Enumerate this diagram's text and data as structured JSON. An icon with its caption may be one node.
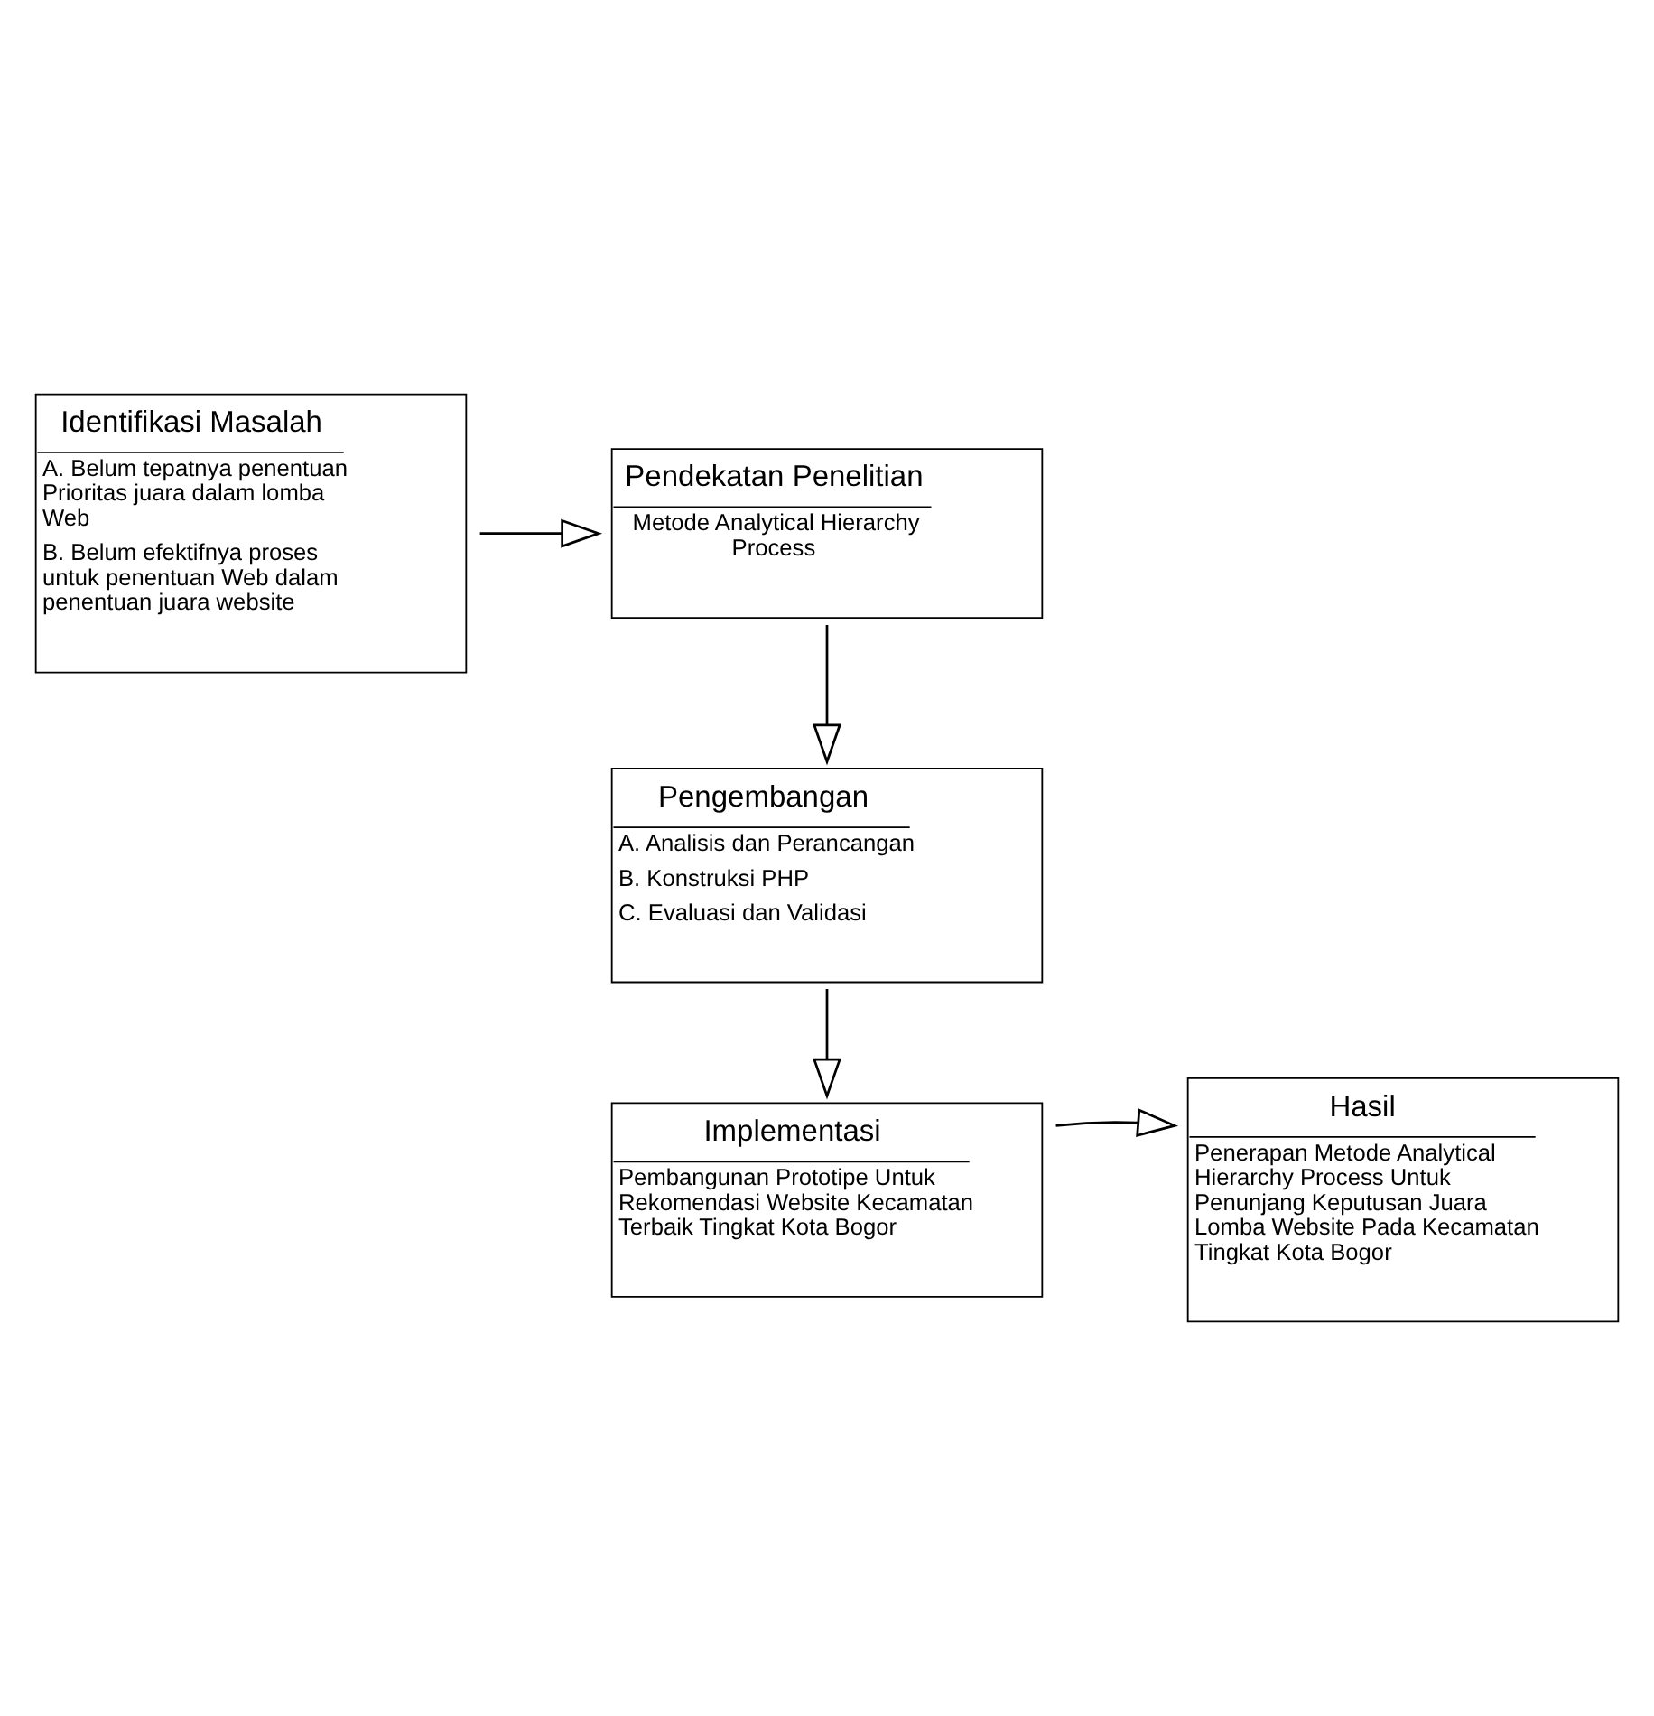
{
  "diagram": {
    "nodes": [
      {
        "text": [
          "Identifikasi Masalah",
          "A. Belum tepatnya penentuan Prioritas juara dalam lomba Web",
          "B. Belum efektifnya proses untuk penentuan Web dalam penentuan juara website"
        ]
      },
      {
        "text": [
          "Pendekatan Penelitian",
          "Metode Analytical Hierarchy Process"
        ]
      },
      {
        "text": [
          "Pengembangan",
          "A. Analisis dan Perancangan",
          "B. Konstruksi PHP",
          "C. Evaluasi dan Validasi"
        ]
      },
      {
        "text": [
          "Implementasi",
          "Pembangunan Prototipe Untuk Rekomendasi Website Kecamatan Terbaik Tingkat Kota Bogor"
        ]
      },
      {
        "text": [
          "Hasil",
          "Penerapan Metode Analytical Hierarchy Process Untuk Penunjang Keputusan Juara Lomba Website Pada Kecamatan Tingkat Kota Bogor"
        ]
      }
    ],
    "edges": [
      {
        "from": 0,
        "to": 1,
        "arrow": "to"
      },
      {
        "from": 1,
        "to": 2,
        "arrow": "to"
      },
      {
        "from": 2,
        "to": 3,
        "arrow": "to"
      },
      {
        "from": 3,
        "to": 4,
        "arrow": "to"
      }
    ]
  }
}
